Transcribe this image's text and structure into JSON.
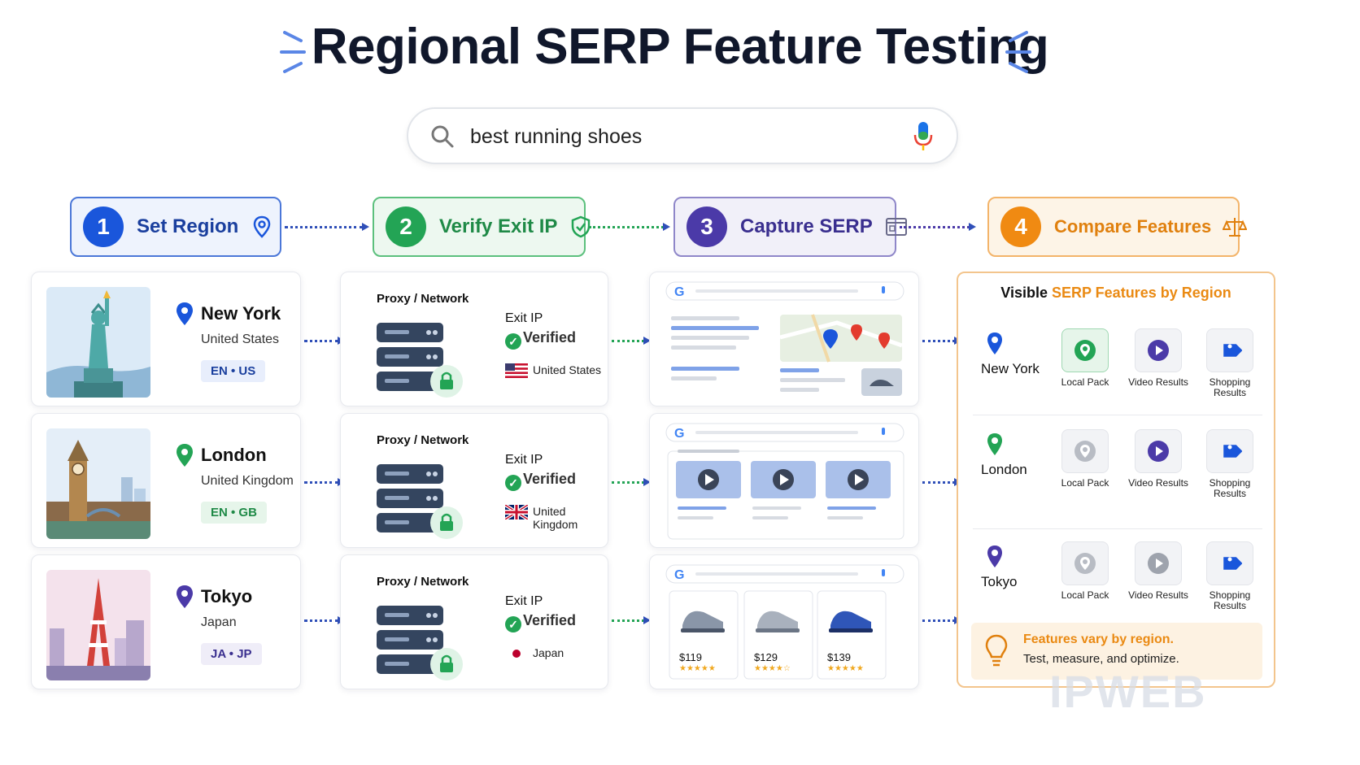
{
  "title": "Regional SERP Feature Testing",
  "search": {
    "query": "best running shoes"
  },
  "steps": [
    {
      "num": "1",
      "label": "Set Region",
      "color": "#1a56db"
    },
    {
      "num": "2",
      "label": "Verify Exit IP",
      "color": "#23a455"
    },
    {
      "num": "3",
      "label": "Capture SERP",
      "color": "#4b3aa8"
    },
    {
      "num": "4",
      "label": "Compare Features",
      "color": "#f08a12"
    }
  ],
  "regions": [
    {
      "city": "New York",
      "country": "United States",
      "lang": "EN • US"
    },
    {
      "city": "London",
      "country": "United Kingdom",
      "lang": "EN • GB"
    },
    {
      "city": "Tokyo",
      "country": "Japan",
      "lang": "JA • JP"
    }
  ],
  "proxy": {
    "label": "Proxy / Network",
    "exit_label": "Exit IP",
    "verified_label": "Verified",
    "exit_countries": [
      "United States",
      "United Kingdom",
      "Japan"
    ]
  },
  "serp": {
    "prices": [
      "$119",
      "$129",
      "$139"
    ]
  },
  "features_panel": {
    "title_prefix": "Visible ",
    "title_highlight": "SERP Features by Region",
    "feature_labels": [
      "Local Pack",
      "Video Results",
      "Shopping Results"
    ],
    "rows": [
      {
        "city": "New York",
        "active": [
          true,
          true,
          true
        ]
      },
      {
        "city": "London",
        "active": [
          false,
          true,
          true
        ]
      },
      {
        "city": "Tokyo",
        "active": [
          false,
          false,
          true
        ]
      }
    ],
    "tip_title": "Features vary by region.",
    "tip_text": "Test, measure, and optimize."
  },
  "watermark": "IPWEB"
}
